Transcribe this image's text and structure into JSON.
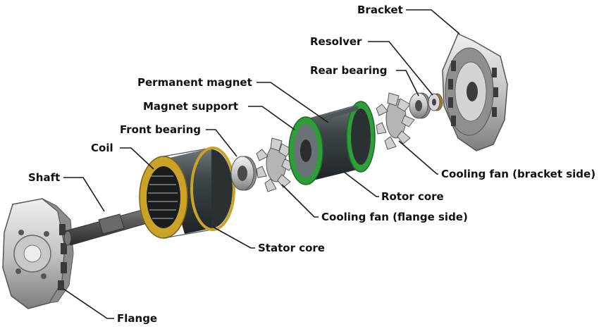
{
  "labels": {
    "bracket": "Bracket",
    "resolver": "Resolver",
    "rear_bearing": "Rear bearing",
    "permanent_magnet": "Permanent magnet",
    "magnet_support": "Magnet support",
    "front_bearing": "Front bearing",
    "coil": "Coil",
    "shaft": "Shaft",
    "cooling_fan_bracket": "Cooling fan (bracket side)",
    "rotor_core": "Rotor core",
    "cooling_fan_flange": "Cooling fan (flange side)",
    "stator_core": "Stator core",
    "flange": "Flange"
  },
  "colors": {
    "metal_light": "#d9d9d9",
    "metal_mid": "#a8a8a8",
    "metal_dark": "#5a5a5a",
    "core_dark": "#2e3436",
    "coil_gold": "#c9a227",
    "support_green": "#2e9e3a",
    "leader_line": "#1a1a1a"
  }
}
